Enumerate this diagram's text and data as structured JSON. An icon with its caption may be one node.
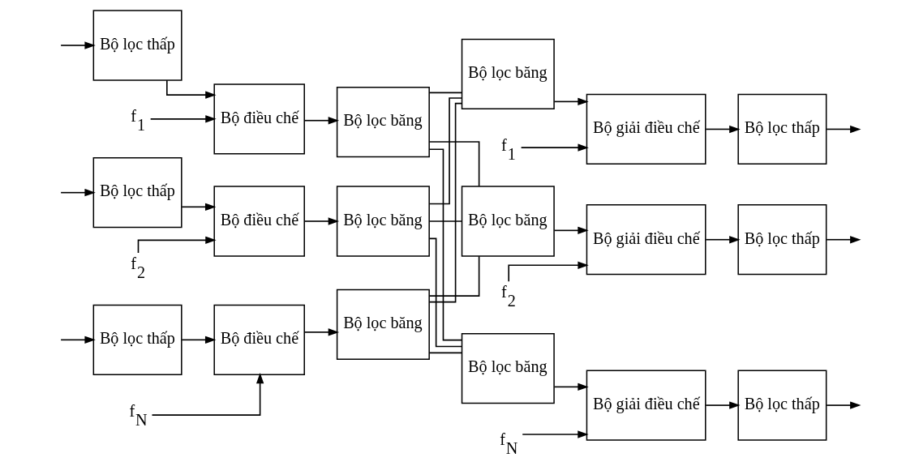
{
  "diagram": {
    "nodes": [
      {
        "text": [
          "Bộ lọc thấp"
        ]
      },
      {
        "text": [
          "Bộ điều chế"
        ]
      },
      {
        "text": [
          "Bộ lọc băng"
        ]
      },
      {
        "text": [
          "Bộ lọc băng"
        ]
      },
      {
        "text": [
          "Bộ giải điều chế"
        ]
      },
      {
        "text": [
          "Bộ lọc thấp"
        ]
      },
      {
        "text": [
          "f$_{1}$"
        ]
      },
      {
        "text": [
          "f$_{1}$"
        ]
      },
      {
        "text": [
          "Bộ lọc thấp"
        ]
      },
      {
        "text": [
          "Bộ điều chế"
        ]
      },
      {
        "text": [
          "Bộ lọc băng"
        ]
      },
      {
        "text": [
          "Bộ lọc băng"
        ]
      },
      {
        "text": [
          "Bộ giải điều chế"
        ]
      },
      {
        "text": [
          "Bộ lọc thấp"
        ]
      },
      {
        "text": [
          "f$_{2}$"
        ]
      },
      {
        "text": [
          "f$_{2}$"
        ]
      },
      {
        "text": [
          "Bộ lọc thấp"
        ]
      },
      {
        "text": [
          "Bộ điều chế"
        ]
      },
      {
        "text": [
          "Bộ lọc băng"
        ]
      },
      {
        "text": [
          "Bộ lọc băng"
        ]
      },
      {
        "text": [
          "Bộ giải điều chế"
        ]
      },
      {
        "text": [
          "Bộ lọc thấp"
        ]
      },
      {
        "text": [
          "f$_{N}$"
        ]
      },
      {
        "text": [
          "f$_{N}$"
        ]
      }
    ],
    "edges": [
      {
        "from": null,
        "to": 0,
        "arrow": "to"
      },
      {
        "from": 0,
        "to": 1,
        "arrow": "to"
      },
      {
        "from": 1,
        "to": 2,
        "arrow": "to"
      },
      {
        "from": 6,
        "to": 1,
        "arrow": "to"
      },
      {
        "from": null,
        "to": 8,
        "arrow": "to"
      },
      {
        "from": 8,
        "to": 9,
        "arrow": "to"
      },
      {
        "from": 9,
        "to": 10,
        "arrow": "to"
      },
      {
        "from": 14,
        "to": 9,
        "arrow": "to"
      },
      {
        "from": null,
        "to": 16,
        "arrow": "to"
      },
      {
        "from": 16,
        "to": 17,
        "arrow": "to"
      },
      {
        "from": 17,
        "to": 18,
        "arrow": "to"
      },
      {
        "from": 22,
        "to": 17,
        "arrow": "to"
      },
      {
        "from": 2,
        "to": 3,
        "arrow": "none"
      },
      {
        "from": 2,
        "to": 11,
        "arrow": "none"
      },
      {
        "from": 2,
        "to": 19,
        "arrow": "none"
      },
      {
        "from": 10,
        "to": 3,
        "arrow": "none"
      },
      {
        "from": 10,
        "to": 11,
        "arrow": "none"
      },
      {
        "from": 10,
        "to": 19,
        "arrow": "none"
      },
      {
        "from": 18,
        "to": 3,
        "arrow": "none"
      },
      {
        "from": 18,
        "to": 11,
        "arrow": "none"
      },
      {
        "from": 18,
        "to": 19,
        "arrow": "none"
      },
      {
        "from": 3,
        "to": 4,
        "arrow": "to"
      },
      {
        "from": 4,
        "to": 5,
        "arrow": "to"
      },
      {
        "from": 7,
        "to": 4,
        "arrow": "to"
      },
      {
        "from": 5,
        "to": null,
        "arrow": "to"
      },
      {
        "from": 11,
        "to": 12,
        "arrow": "to"
      },
      {
        "from": 12,
        "to": 13,
        "arrow": "to"
      },
      {
        "from": 15,
        "to": 12,
        "arrow": "to"
      },
      {
        "from": 13,
        "to": null,
        "arrow": "to"
      },
      {
        "from": 19,
        "to": 20,
        "arrow": "to"
      },
      {
        "from": 20,
        "to": 21,
        "arrow": "to"
      },
      {
        "from": 23,
        "to": 20,
        "arrow": "to"
      },
      {
        "from": 21,
        "to": null,
        "arrow": "to"
      }
    ]
  }
}
